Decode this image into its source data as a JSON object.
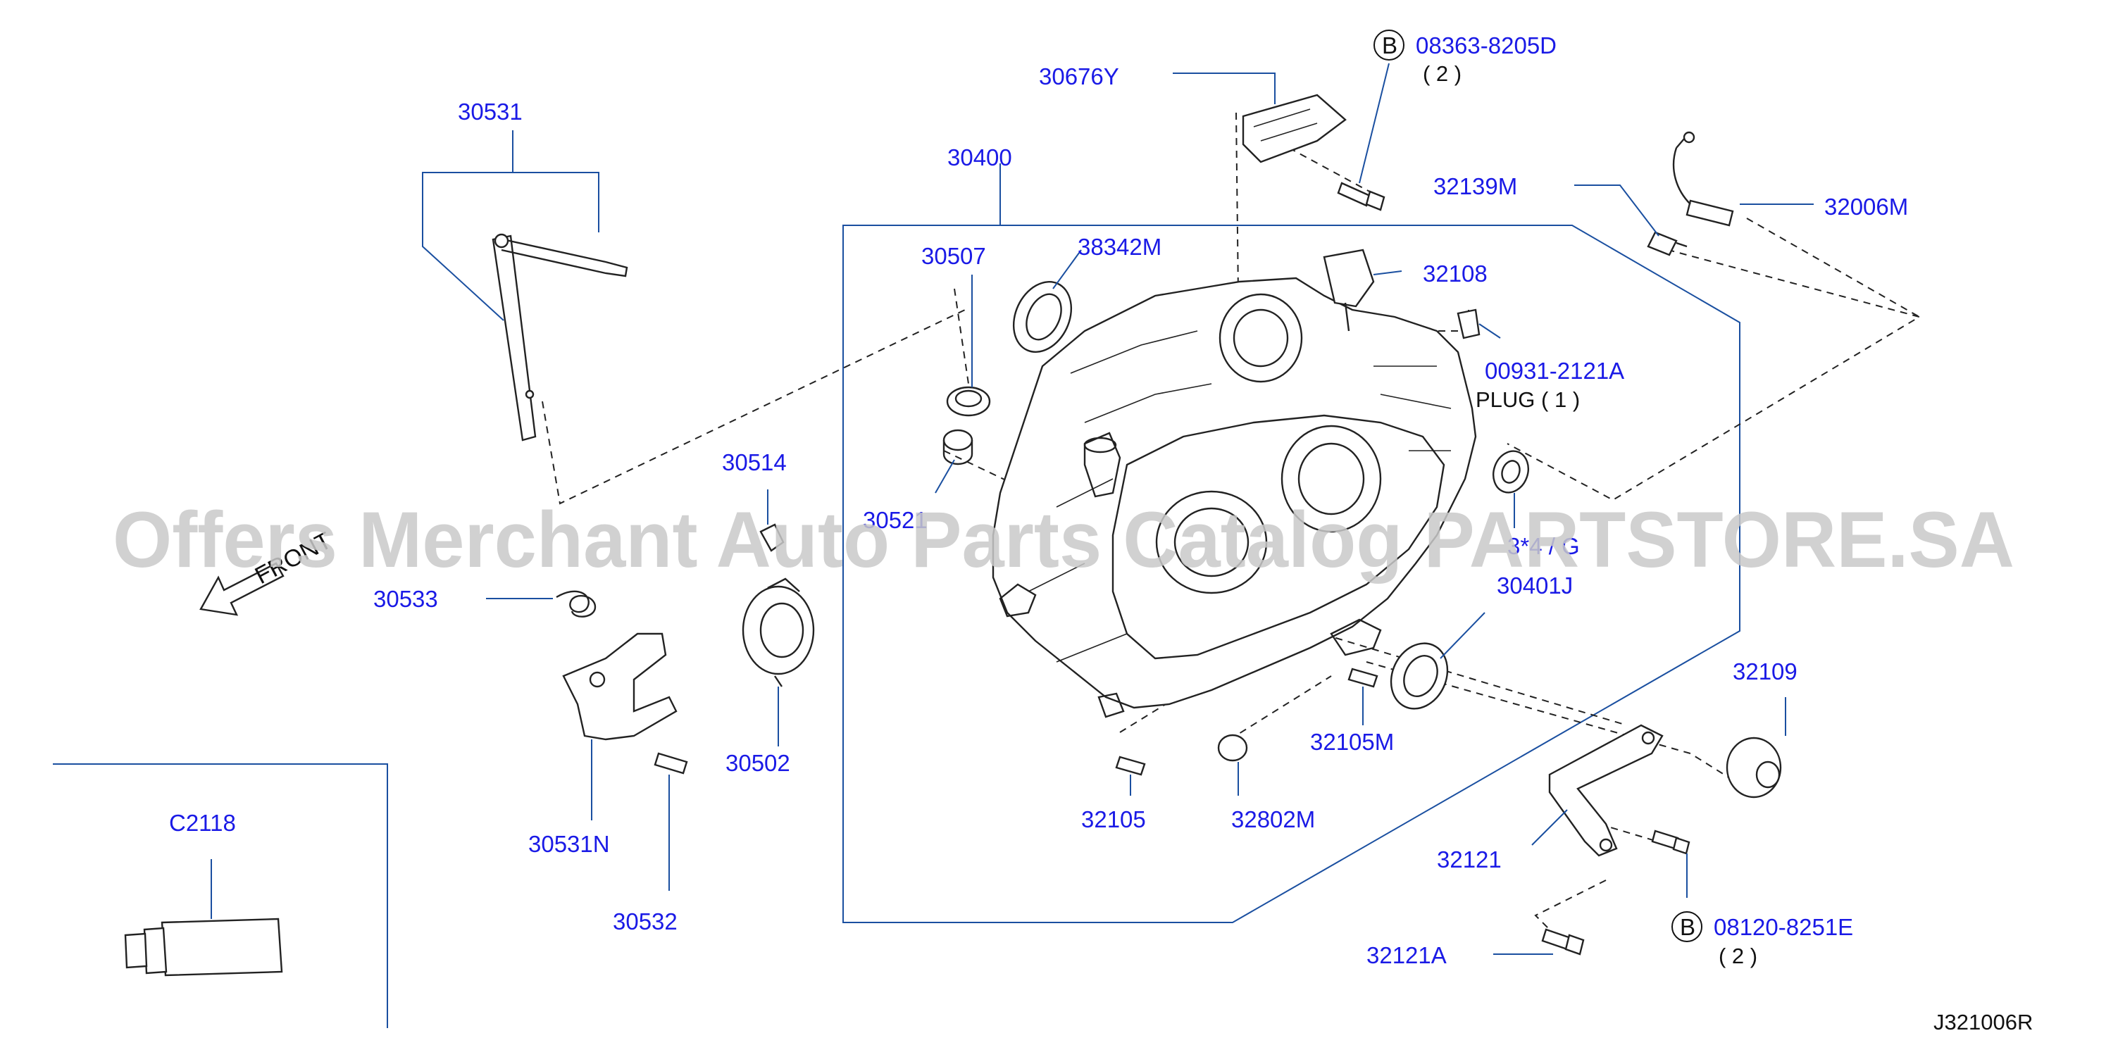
{
  "parts": {
    "p30531": "30531",
    "p30676Y": "30676Y",
    "p08363": "08363-8205D",
    "p08363_qty": "( 2 )",
    "p30400": "30400",
    "p32139M": "32139M",
    "p32006M": "32006M",
    "p30507": "30507",
    "p38342M": "38342M",
    "p32108": "32108",
    "p00931": "00931-2121A",
    "plug": "PLUG ( 1 )",
    "p30514": "30514",
    "p30521": "30521",
    "p32*": "3*4 / G",
    "p30401J": "30401J",
    "p30533": "30533",
    "p32109": "32109",
    "p30502": "30502",
    "p32105M": "32105M",
    "p30531N": "30531N",
    "p32105": "32105",
    "p32802M": "32802M",
    "p32121": "32121",
    "pC2118": "C2118",
    "p30532": "30532",
    "p08120": "08120-8251E",
    "p08120_qty": "( 2 )",
    "p32121A": "32121A"
  },
  "ref_b": "B",
  "front": "FRONT",
  "figure_id": "J321006R",
  "watermark": "Offers Merchant Auto Parts Catalog PARTSTORE.SA",
  "colors": {
    "label": "#1a1ae6",
    "leader": "#1a4fa0",
    "line": "#222222",
    "watermark": "#c9c9c9"
  },
  "icons": {
    "front_arrow": "front-arrow-icon",
    "ref_circle": "circle-b-icon"
  }
}
